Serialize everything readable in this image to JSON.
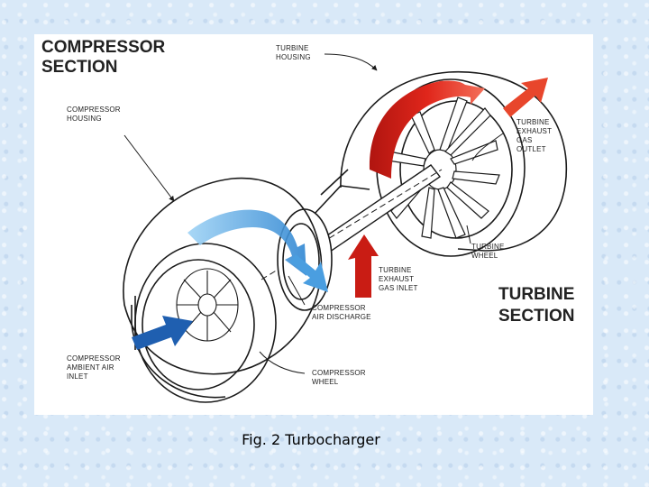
{
  "diagram": {
    "section_title_compressor": [
      "COMPRESSOR",
      "SECTION"
    ],
    "section_title_turbine": [
      "TURBINE",
      "SECTION"
    ],
    "labels": {
      "turbine_housing": [
        "TURBINE",
        "HOUSING"
      ],
      "compressor_housing": [
        "COMPRESSOR",
        "HOUSING"
      ],
      "turbine_exhaust_gas_outlet": [
        "TURBINE",
        "EXHAUST",
        "GAS",
        "OUTLET"
      ],
      "turbine_wheel": [
        "TURBINE",
        "WHEEL"
      ],
      "turbine_exhaust_gas_inlet": [
        "TURBINE",
        "EXHAUST",
        "GAS INLET"
      ],
      "compressor_air_discharge": [
        "COMPRESSOR",
        "AIR DISCHARGE"
      ],
      "compressor_ambient_air_inlet": [
        "COMPRESSOR",
        "AMBIENT AIR",
        "INLET"
      ],
      "compressor_wheel": [
        "COMPRESSOR",
        "WHEEL"
      ]
    },
    "colors": {
      "hot_exhaust": "#e0261b",
      "cool_air": "#3a8fd6",
      "intake_air": "#1f5fb0",
      "line_art": "#1a1a1a"
    }
  },
  "caption": "Fig. 2 Turbocharger"
}
